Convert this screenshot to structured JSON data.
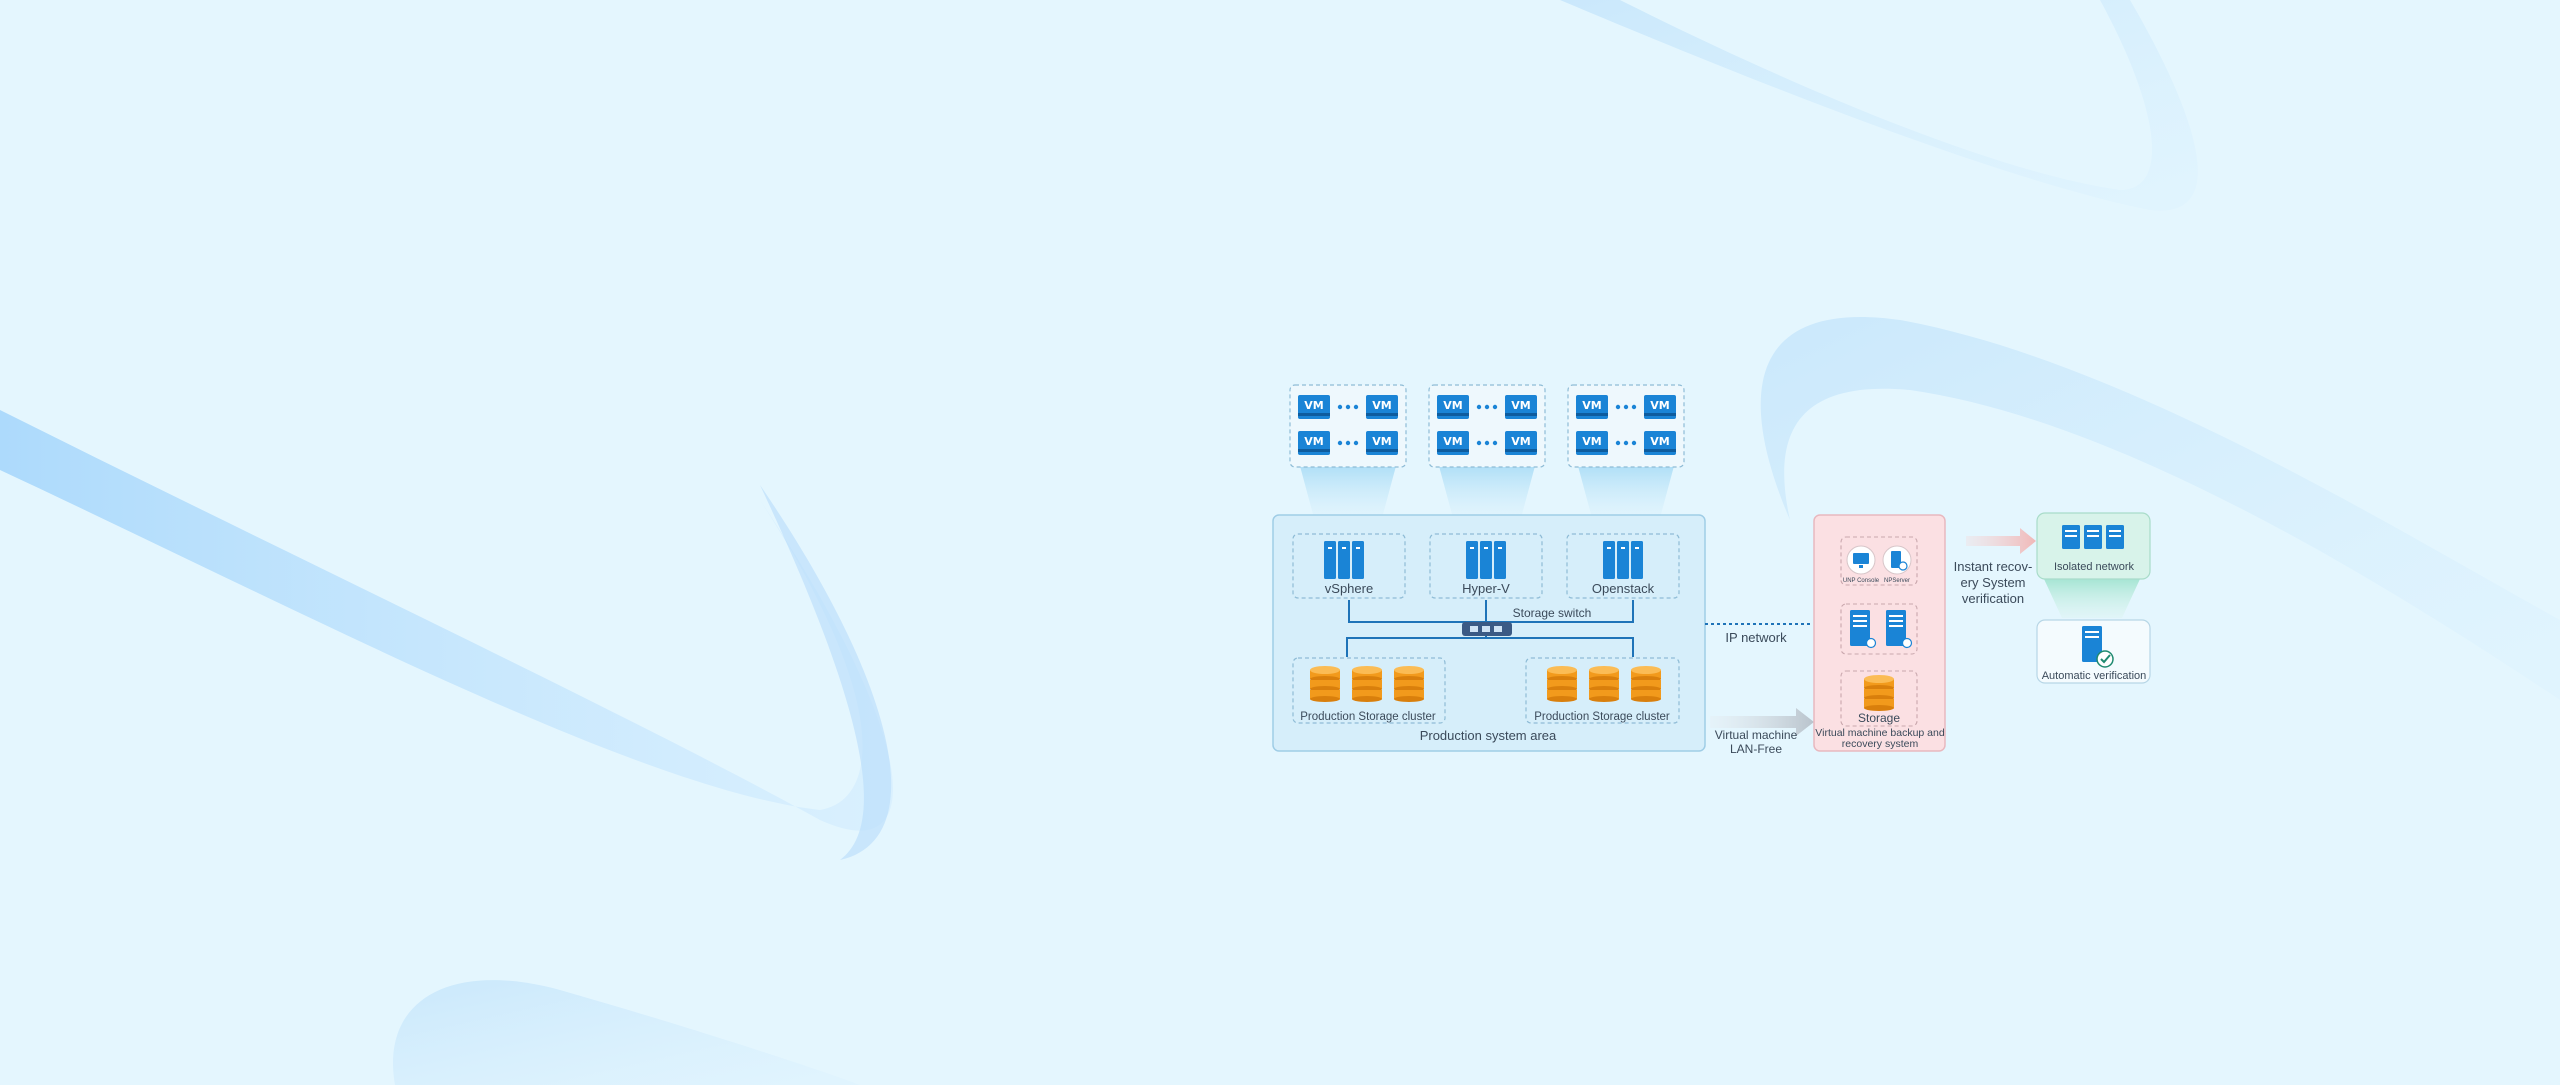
{
  "hypervisors": [
    {
      "label": "vSphere"
    },
    {
      "label": "Hyper-V"
    },
    {
      "label": "Openstack"
    }
  ],
  "vm_label": "VM",
  "storage_switch": "Storage switch",
  "storage_clusters": [
    {
      "label": "Production Storage cluster"
    },
    {
      "label": "Production Storage cluster"
    }
  ],
  "production_area": "Production system area",
  "ip_network": "IP network",
  "lan_free": {
    "line1": "Virtual machine",
    "line2": "LAN-Free"
  },
  "backup_system": {
    "storage_label": "Storage",
    "caption_line1": "Virtual machine backup and",
    "caption_line2": "recovery system",
    "small_labels": [
      "UNP Console",
      "NPServer"
    ]
  },
  "instant_recovery": {
    "line1": "Instant recov-",
    "line2": "ery System",
    "line3": "verification"
  },
  "isolated_network": "Isolated network",
  "automatic_verification": "Automatic verification",
  "colors": {
    "vm_blue": "#1a84d6",
    "storage_orange": "#f29a1c",
    "production_fill": "#d6eefa",
    "backup_fill": "#fbe0e3",
    "isolated_fill": "#d8f3ea"
  }
}
